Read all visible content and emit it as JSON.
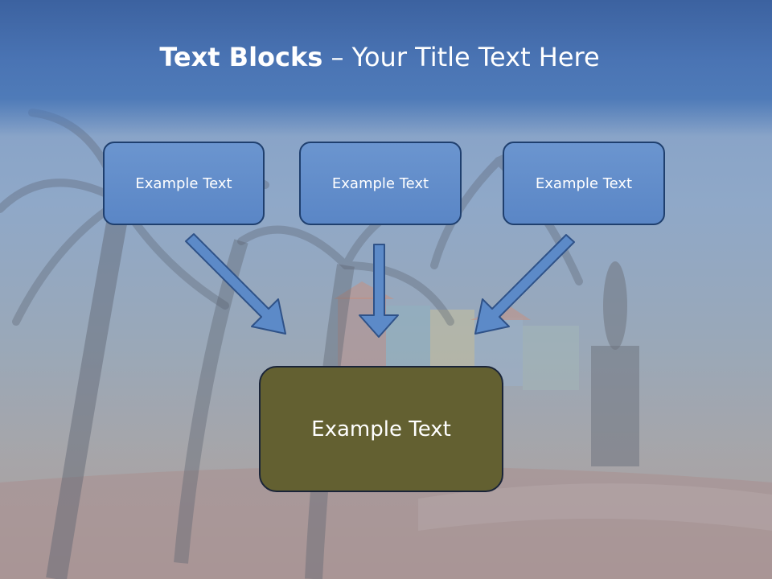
{
  "slide": {
    "title_bold": "Text Blocks",
    "title_dash": "–",
    "title_rest": "Your Title Text Here"
  },
  "blocks": {
    "top_left": "Example Text",
    "top_center": "Example Text",
    "top_right": "Example Text",
    "center": "Example Text"
  },
  "colors": {
    "title_band": "#4a74b4",
    "block_fill": "#6490cc",
    "block_border": "#1f3f6e",
    "center_fill": "#636031",
    "arrow_fill": "#5c8ac8",
    "arrow_stroke": "#2f5288"
  }
}
